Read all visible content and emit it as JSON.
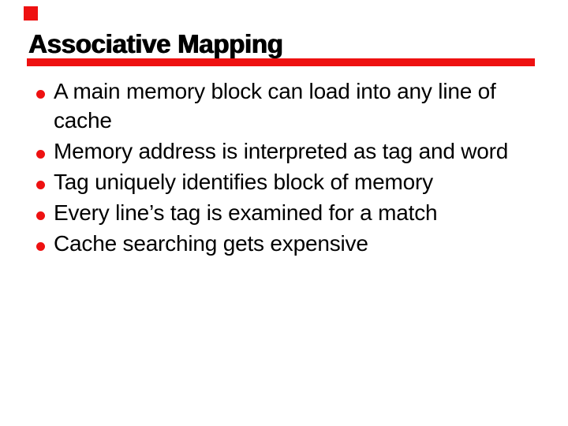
{
  "slide": {
    "background_color": "#FFFFFF",
    "accent_color": "#EE1111",
    "text_color": "#000000",
    "title": "Associative Mapping",
    "bullets": [
      "A main memory block can load into any line of cache",
      "Memory address is interpreted as tag and word",
      "Tag uniquely identifies block of memory",
      "Every line’s tag is examined for a match",
      "Cache searching gets expensive"
    ]
  }
}
